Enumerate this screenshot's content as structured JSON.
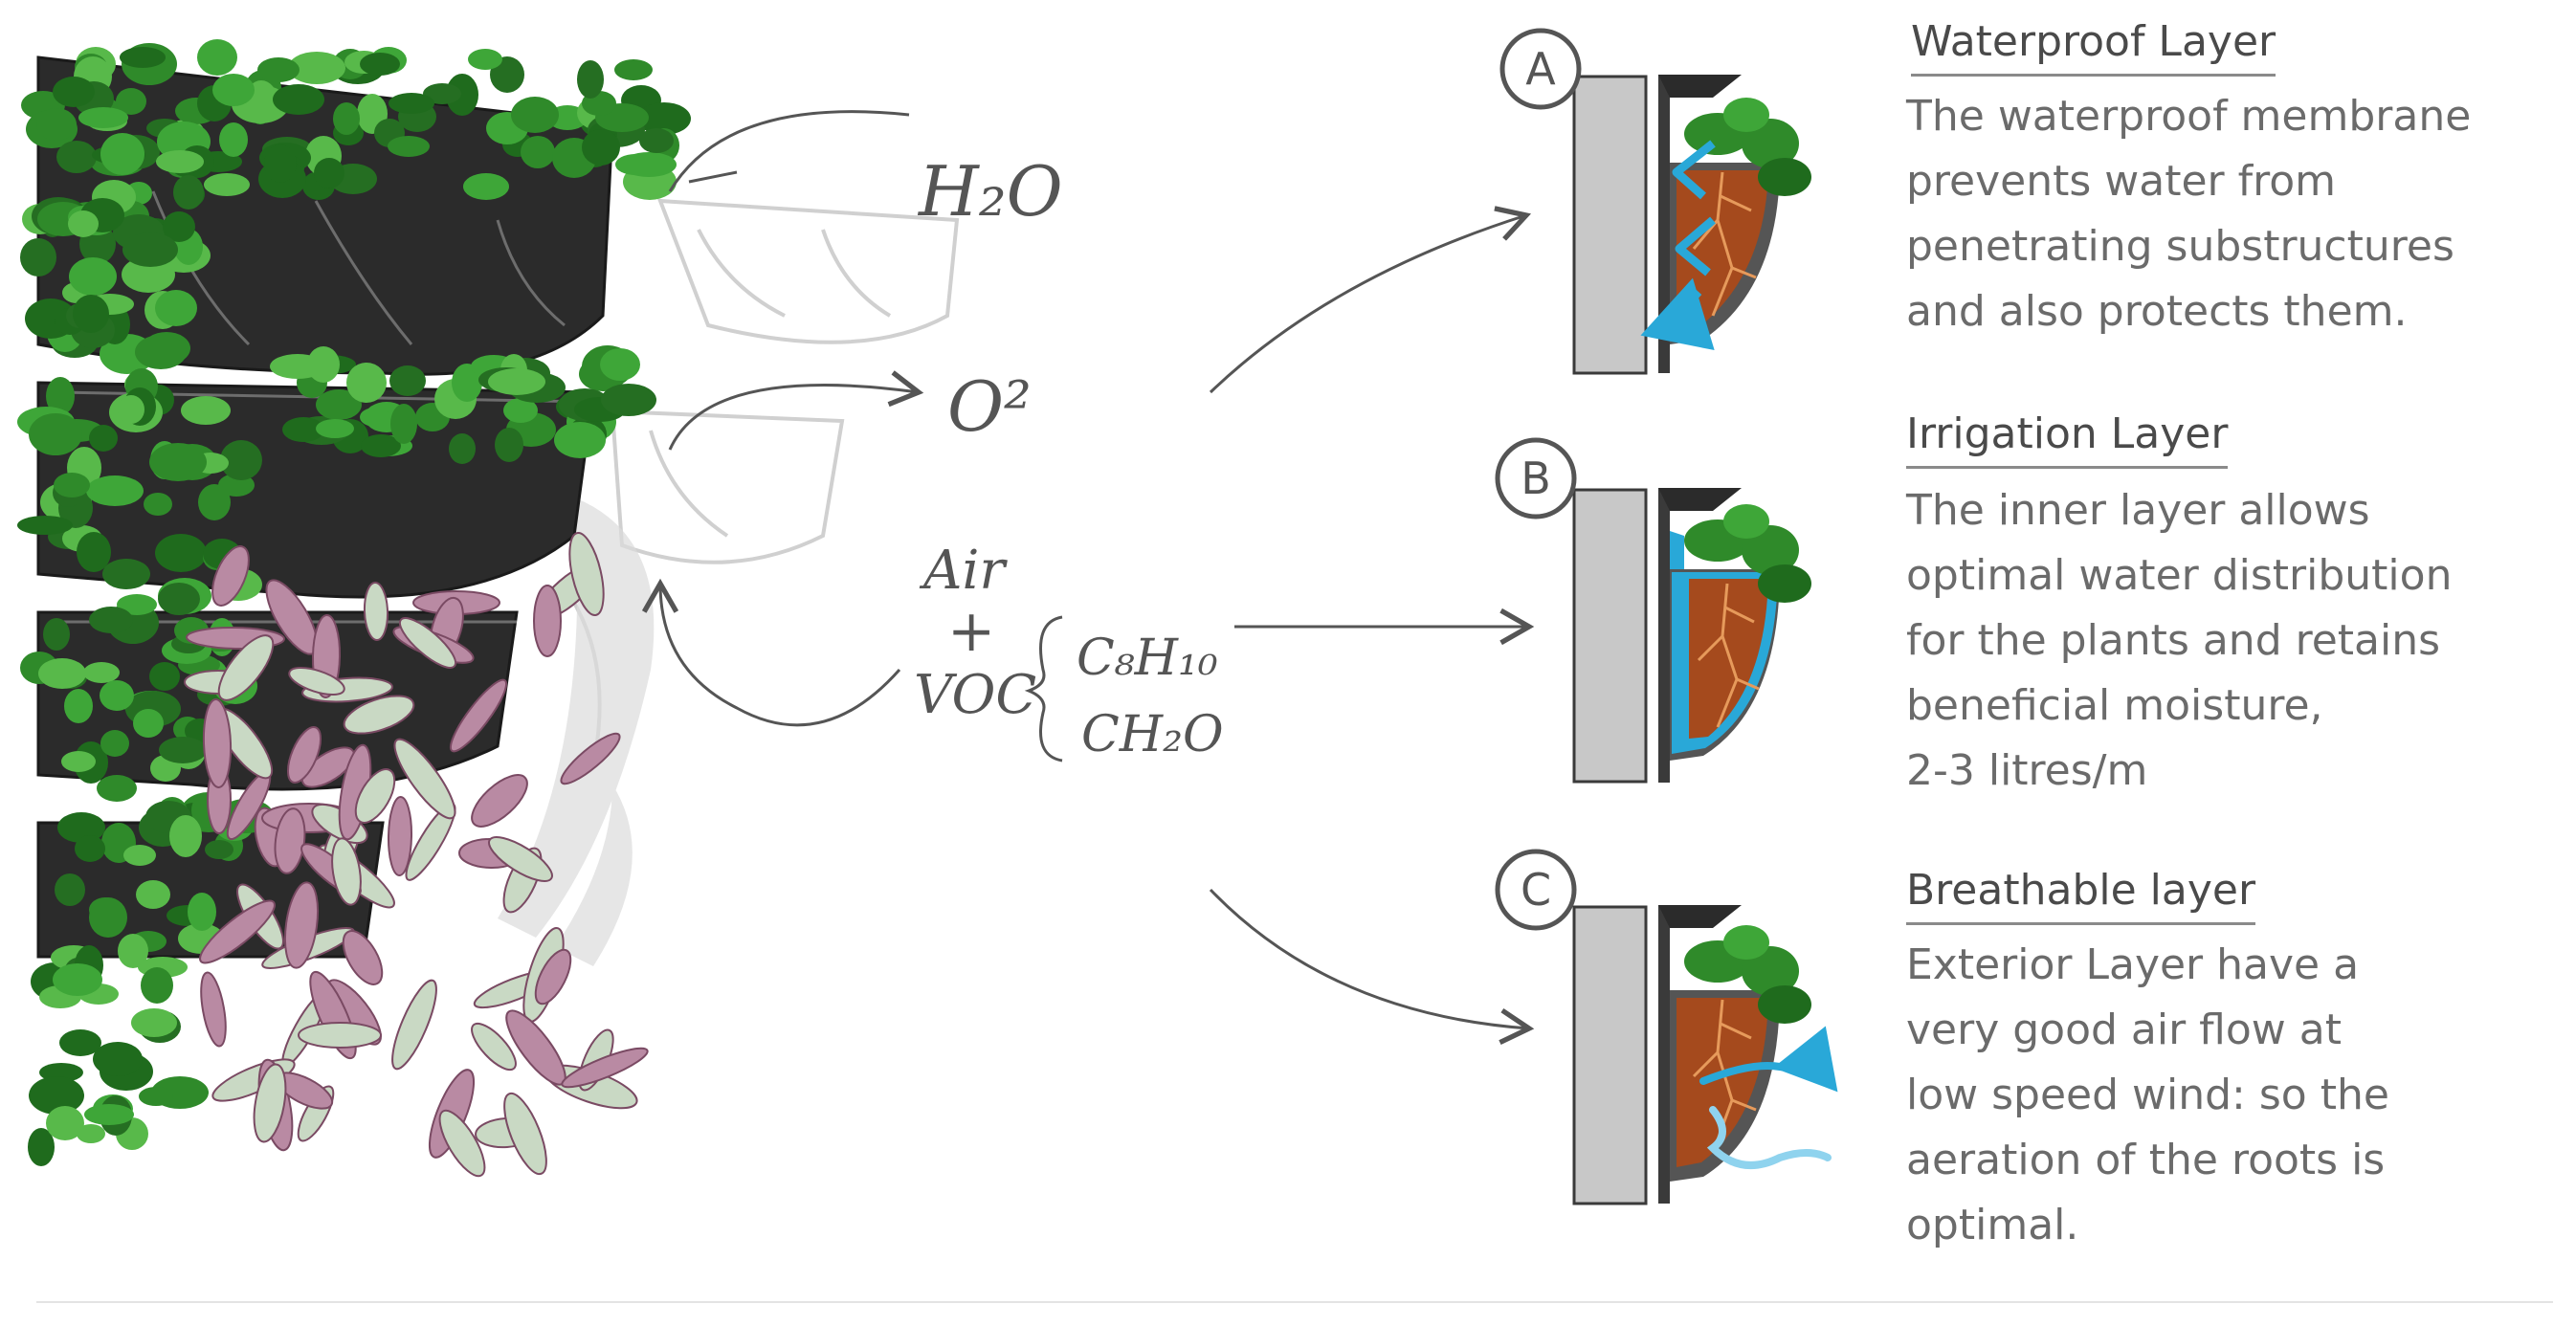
{
  "colors": {
    "wall": "#c8c8c8",
    "membrane": "#3a3a3a",
    "soil": "#a54a1d",
    "roots": "#e69a5b",
    "water": "#29a8d8",
    "foliage": "#2f8a2a",
    "text": "#6b6b6b"
  },
  "process_labels": {
    "h2o": "H₂O",
    "o2": "O²",
    "air": "Air",
    "plus": "+",
    "voc": "VOC",
    "c8h10": "C₈H₁₀",
    "ch2o": "CH₂O"
  },
  "layers": [
    {
      "letter": "A",
      "title": "Waterproof Layer",
      "description": "The waterproof membrane\nprevents water from\npenetrating substructures\nand also protects them."
    },
    {
      "letter": "B",
      "title": "Irrigation Layer",
      "description": "The inner layer allows\noptimal water distribution\nfor the plants and retains\nbeneficial moisture,\n2-3 litres/m"
    },
    {
      "letter": "C",
      "title": "Breathable layer",
      "description": "Exterior Layer have a\nvery good air flow at\nlow speed wind: so the\naeration of the roots is\noptimal."
    }
  ]
}
